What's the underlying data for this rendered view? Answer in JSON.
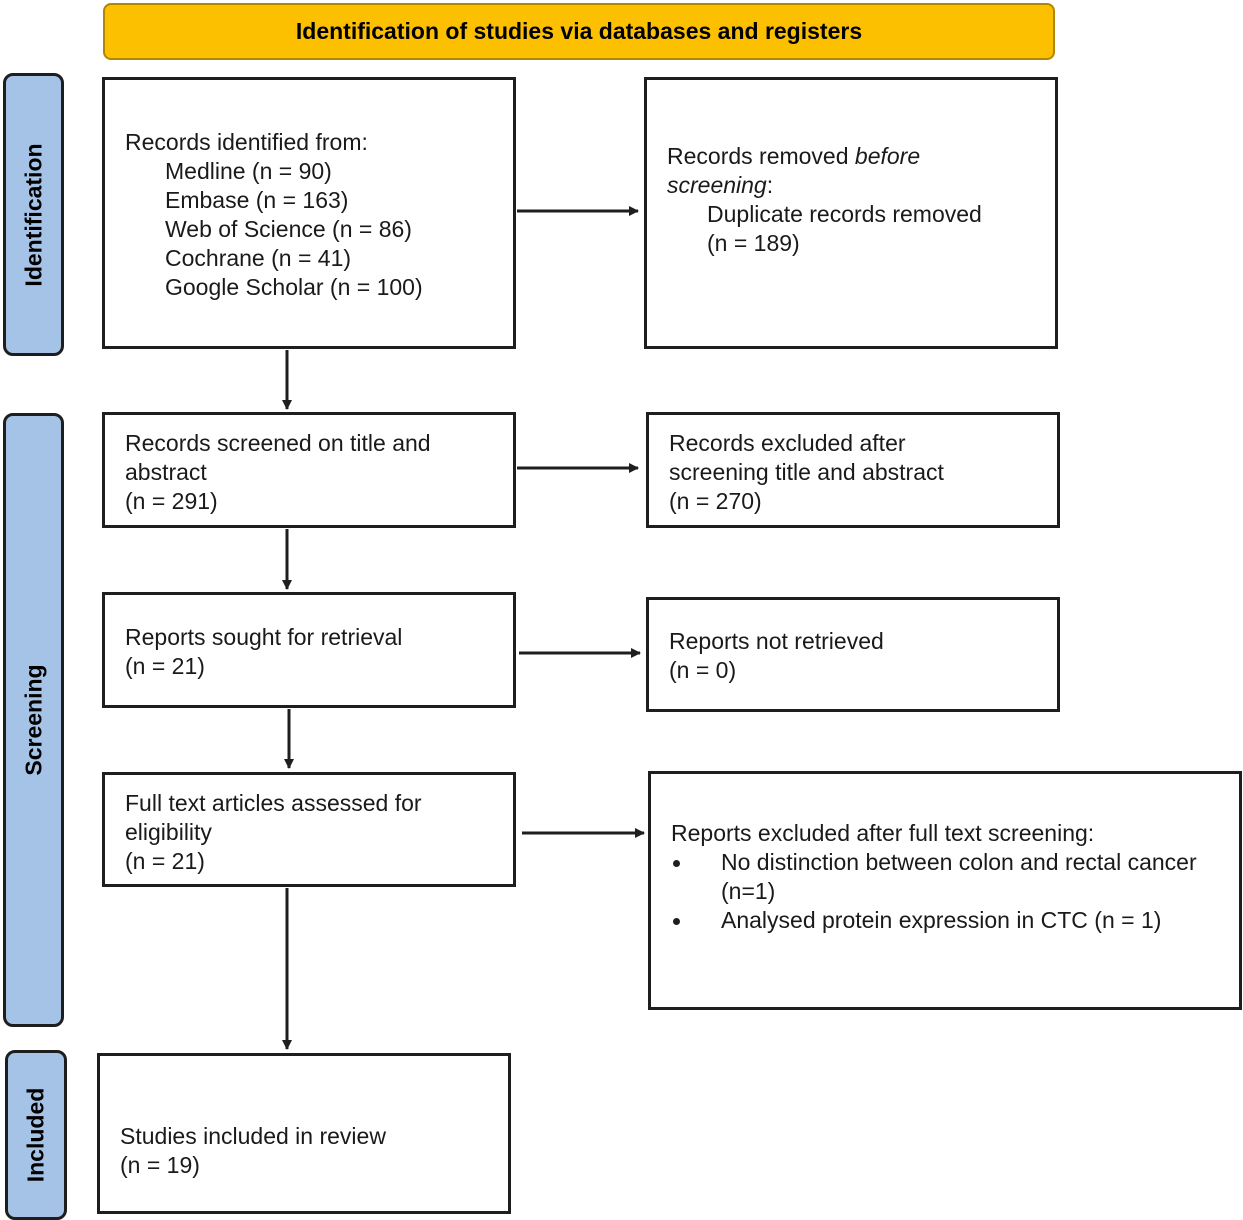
{
  "header": "Identification of studies via databases and registers",
  "phases": {
    "identification": "Identification",
    "screening": "Screening",
    "included": "Included"
  },
  "records_identified": {
    "title": "Records identified from:",
    "sources": [
      "Medline (n = 90)",
      "Embase (n = 163)",
      "Web of Science (n = 86)",
      "Cochrane (n = 41)",
      "Google Scholar (n = 100)"
    ]
  },
  "records_removed": {
    "prefix": "Records removed ",
    "emph1": "before",
    "emph2": "screening",
    "suffix": ":",
    "detail": "Duplicate records removed",
    "count": "(n = 189)"
  },
  "screened": {
    "l1": "Records screened on title and",
    "l2": "abstract",
    "count": "(n = 291)"
  },
  "excluded_tiab": {
    "l1": "Records excluded after",
    "l2": "screening title and abstract",
    "count": "(n = 270)"
  },
  "sought": {
    "l1": "Reports sought for retrieval",
    "count": "(n = 21)"
  },
  "not_retrieved": {
    "l1": "Reports not retrieved",
    "count": "(n = 0)"
  },
  "assessed": {
    "l1": "Full text articles assessed for",
    "l2": "eligibility",
    "count": "(n = 21)"
  },
  "excluded_full": {
    "title": "Reports excluded after full text screening:",
    "reasons": [
      "No distinction between colon and rectal cancer (n=1)",
      "Analysed protein expression in CTC (n = 1)"
    ]
  },
  "included": {
    "l1": "Studies included in review",
    "count": "(n = 19)"
  }
}
